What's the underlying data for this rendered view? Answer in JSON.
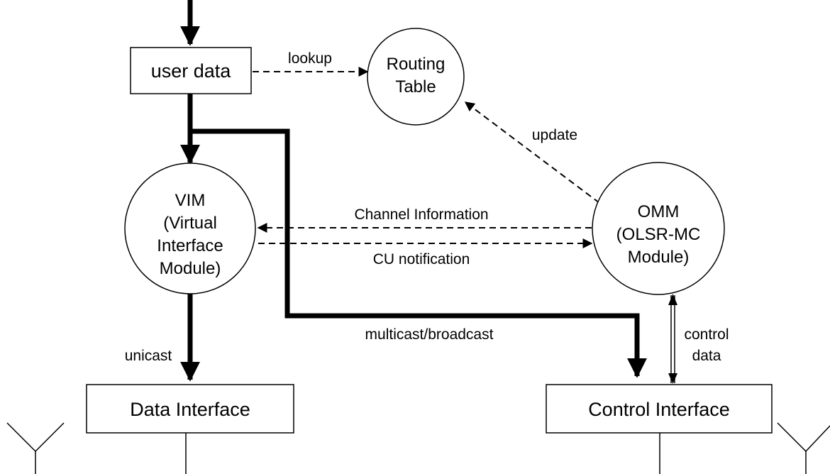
{
  "nodes": {
    "user_data": "user data",
    "routing_table": [
      "Routing",
      "Table"
    ],
    "vim": [
      "VIM",
      "(Virtual",
      "Interface",
      "Module)"
    ],
    "omm": [
      "OMM",
      "(OLSR-MC",
      "Module)"
    ],
    "data_interface": "Data Interface",
    "control_interface": "Control Interface"
  },
  "edges": {
    "lookup": "lookup",
    "update": "update",
    "channel_information": "Channel Information",
    "cu_notification": "CU notification",
    "multicast_broadcast": "multicast/broadcast",
    "unicast": "unicast",
    "control_data": [
      "control",
      "data"
    ]
  },
  "colors": {
    "stroke": "#000000",
    "background": "#ffffff"
  }
}
